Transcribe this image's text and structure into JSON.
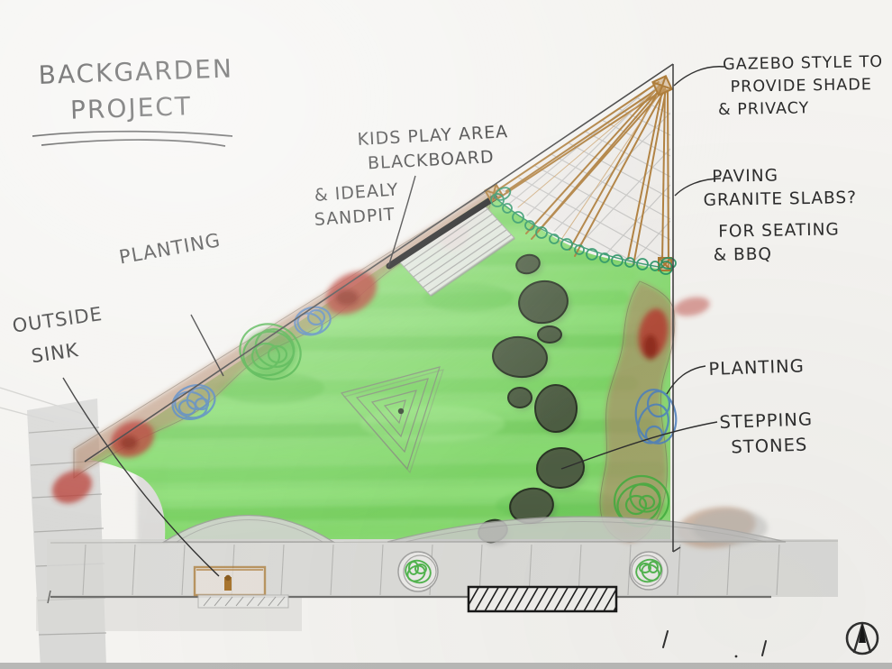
{
  "title": {
    "line1": "BACKGARDEN",
    "line2": "PROJECT"
  },
  "annotations": {
    "kids_play_area": {
      "line1": "KIDS PLAY AREA",
      "line2": "BLACKBOARD"
    },
    "sandpit": {
      "line1": "& IDEALY",
      "line2": "SANDPIT"
    },
    "gazebo": {
      "line1": "GAZEBO STYLE TO",
      "line2": "PROVIDE SHADE",
      "line3": "& PRIVACY"
    },
    "paving": {
      "line1": "PAVING",
      "line2": "GRANITE SLABS?",
      "line3": "FOR SEATING",
      "line4": "& BBQ"
    },
    "planting_left": {
      "label": "PLANTING"
    },
    "outside_sink": {
      "line1": "OUTSIDE",
      "line2": "SINK"
    },
    "planting_right": {
      "label": "PLANTING"
    },
    "stepping_stones": {
      "line1": "STEPPING",
      "line2": "STONES"
    }
  },
  "icons": {
    "compass": "north-arrow-icon"
  },
  "colors": {
    "paper": "#f4f3f0",
    "ink": "#2b2b2b",
    "lawn": "#7fd868",
    "bed": "#b08263",
    "flowers_red": "#b5342b",
    "flowers_blue": "#4a7fc1",
    "shrub_green": "#3fae3c",
    "garland": "#1f8f5f",
    "gazebo_wood": "#a9752e",
    "paving_grey": "#d6d6d4",
    "stone": "#49543f"
  }
}
